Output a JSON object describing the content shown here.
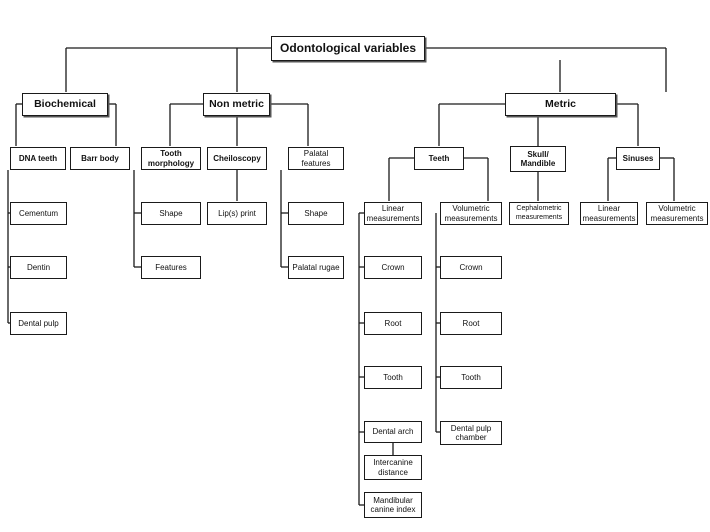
{
  "root": "Odontological variables",
  "biochemical": {
    "label": "Biochemical",
    "dna_teeth": "DNA teeth",
    "barr_body": "Barr body",
    "dna_items": [
      "Cementum",
      "Dentin",
      "Dental pulp"
    ]
  },
  "non_metric": {
    "label": "Non metric",
    "tooth_morphology": "Tooth morphology",
    "tooth_morph_items": [
      "Shape",
      "Features"
    ],
    "cheiloscopy": "Cheiloscopy",
    "lip_print": "Lip(s) print",
    "palatal_features": "Palatal features",
    "palatal_items": [
      "Shape",
      "Palatal rugae"
    ]
  },
  "metric": {
    "label": "Metric",
    "teeth": "Teeth",
    "linear_measurements": "Linear measurements",
    "linear_items": [
      "Crown",
      "Root",
      "Tooth",
      "Dental arch"
    ],
    "intercanine": "Intercanine distance",
    "mandibular_canine": "Mandibular canine index",
    "volumetric_measurements": "Volumetric measurements",
    "volumetric_items": [
      "Crown",
      "Root",
      "Tooth",
      "Dental pulp chamber"
    ],
    "skull_mandible": "Skull/ Mandible",
    "cephalometric": "Cephalometric measurements",
    "sinuses": "Sinuses",
    "sinus_linear": "Linear measurements",
    "sinus_volumetric": "Volumetric measurements"
  }
}
